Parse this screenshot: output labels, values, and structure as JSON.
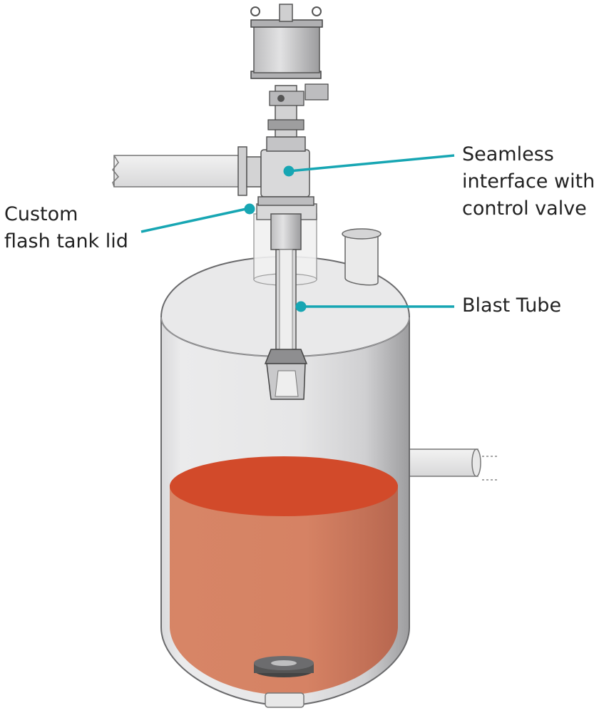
{
  "labels": {
    "lid_line1": "Custom",
    "lid_line2": "flash tank lid",
    "valve_line1": "Seamless",
    "valve_line2": "interface with",
    "valve_line3": "control valve",
    "blast": "Blast Tube"
  },
  "colors": {
    "callout": "#17a6b3",
    "liquid_surface": "#d24a2a",
    "liquid_body": "#d47b5e",
    "tank_body": "#e7e7e8",
    "tank_shadow": "#a9a9ab",
    "metal": "#c9c9cb",
    "outline": "#555555"
  }
}
